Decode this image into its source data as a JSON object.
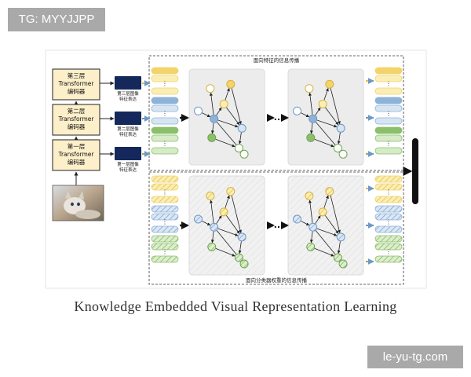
{
  "watermark_top_left": "TG: MYYJJPP",
  "watermark_bottom_right": "le-yu-tg.com",
  "caption": "Knowledge Embedded Visual Representation Learning",
  "encoder": {
    "layer3": [
      "第三层",
      "Transformer",
      "编码器"
    ],
    "layer2": [
      "第二层",
      "Transformer",
      "编码器"
    ],
    "layer1": [
      "第一层",
      "Transformer",
      "编码器"
    ]
  },
  "features": {
    "f3": [
      "第三层图像",
      "特征表达"
    ],
    "f2": [
      "第二层图像",
      "特征表达"
    ],
    "f1": [
      "第一层图像",
      "特征表达"
    ]
  },
  "panels": {
    "top_title": "面向特征的信息传播",
    "bottom_title": "面向分类器权重的信息传播"
  },
  "ellipsis": "...",
  "vdots": "⋮",
  "colors": {
    "yellow": "#f3d36b",
    "yellow_fill": "#fbeeb5",
    "blue": "#8fb3d8",
    "blue_fill": "#d7e5f3",
    "green": "#8cbf6a",
    "green_fill": "#d6ebc7",
    "navy": "#14285c",
    "encoder_fill": "#fcefc9",
    "panel_bg": "#ececec"
  }
}
